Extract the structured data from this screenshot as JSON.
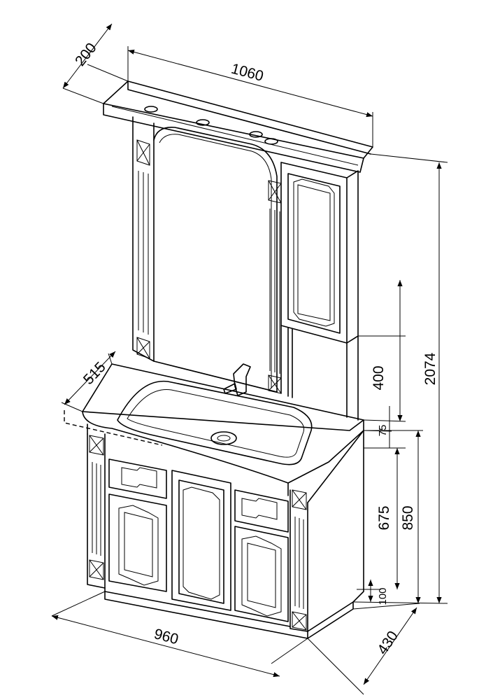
{
  "dimensions": {
    "mirror_depth": "200",
    "mirror_width": "1060",
    "cabinet_depth": "515",
    "total_height": "2074",
    "shelf_height": "400",
    "top_thickness": "75",
    "door_height": "675",
    "vanity_height": "850",
    "plinth_height": "100",
    "vanity_width": "960",
    "base_depth": "430"
  },
  "colors": {
    "line": "#000000",
    "background": "#ffffff"
  }
}
